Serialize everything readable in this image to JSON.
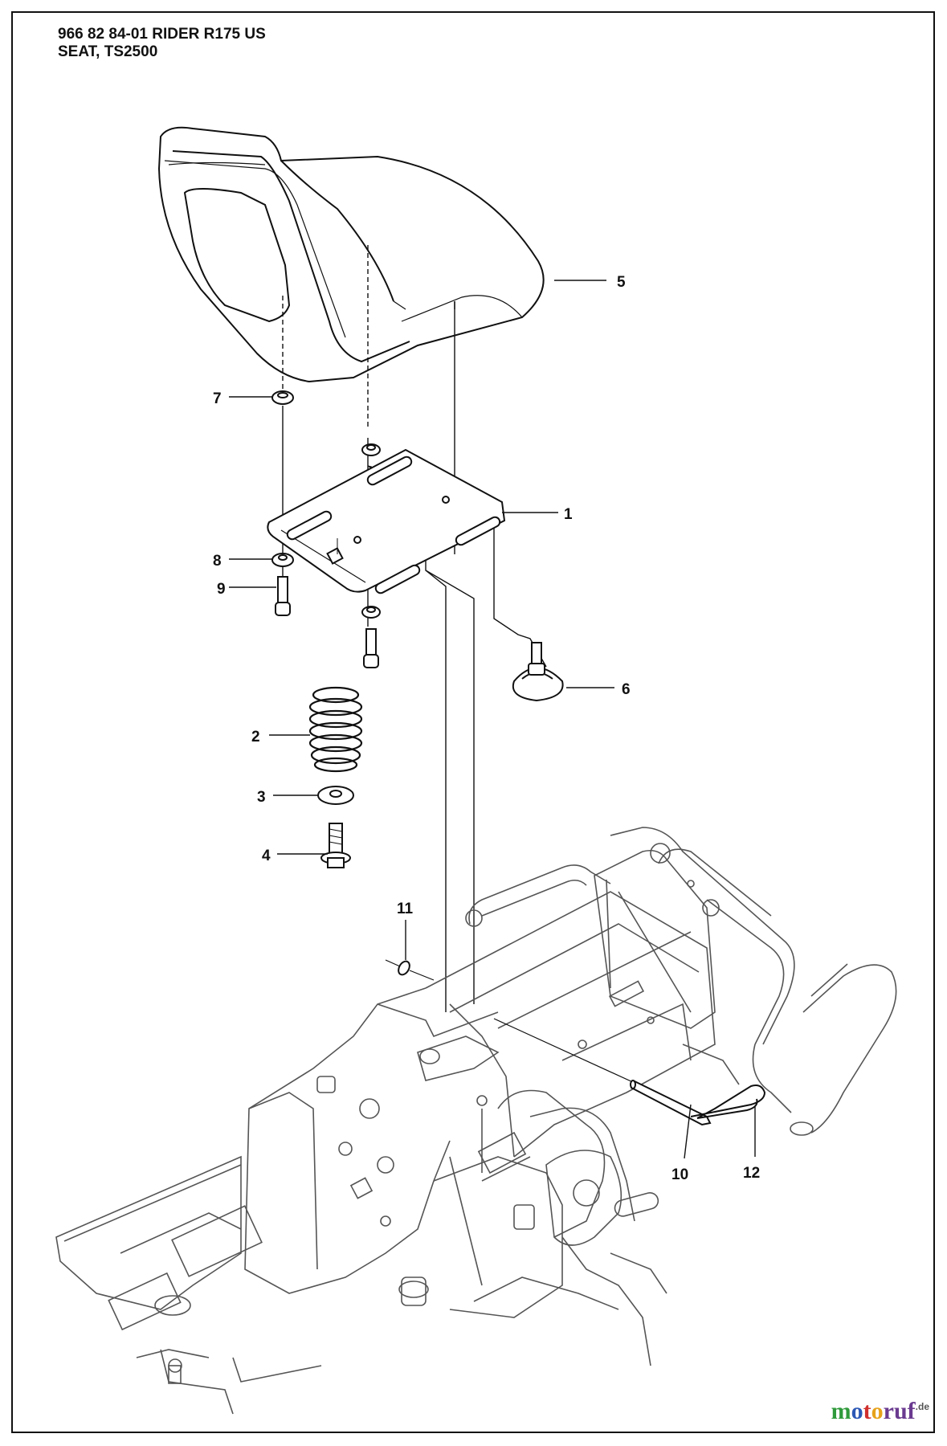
{
  "header": {
    "line1": "966 82 84-01 RIDER R175 US",
    "line2": "SEAT, TS2500"
  },
  "callouts": [
    {
      "id": "1",
      "label": "1"
    },
    {
      "id": "2",
      "label": "2"
    },
    {
      "id": "3",
      "label": "3"
    },
    {
      "id": "4",
      "label": "4"
    },
    {
      "id": "5",
      "label": "5"
    },
    {
      "id": "6",
      "label": "6"
    },
    {
      "id": "7",
      "label": "7"
    },
    {
      "id": "8",
      "label": "8"
    },
    {
      "id": "9",
      "label": "9"
    },
    {
      "id": "10",
      "label": "10"
    },
    {
      "id": "11",
      "label": "11"
    },
    {
      "id": "12",
      "label": "12"
    }
  ],
  "watermark": {
    "part1": "m",
    "part2": "o",
    "part3": "t",
    "part4": "o",
    "part5": "ruf",
    "suffix": ".de"
  },
  "colors": {
    "line": "#111111",
    "frame": "#555555"
  }
}
